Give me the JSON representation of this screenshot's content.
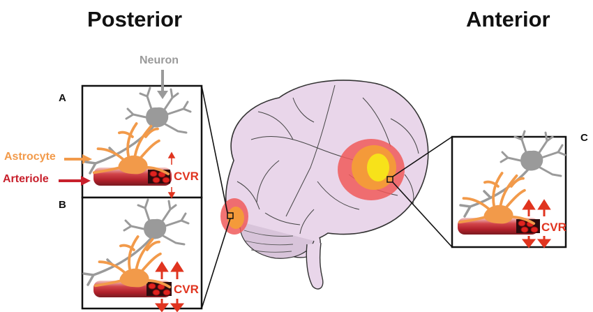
{
  "headings": {
    "posterior": "Posterior",
    "anterior": "Anterior"
  },
  "panels": {
    "a": "A",
    "b": "B",
    "c": "C"
  },
  "labels": {
    "neuron": "Neuron",
    "astrocyte": "Astrocyte",
    "arteriole": "Arteriole",
    "cvr": "CVR"
  },
  "colors": {
    "neuron": "#9a9a9a",
    "astrocyte": "#f29a4a",
    "arteriole": "#c8202c",
    "cvr": "#e0341f",
    "brain_fill": "#e9d6ea",
    "hotspot_outer": "#f05a5a",
    "hotspot_mid": "#f49a3a",
    "hotspot_inner": "#f7e21a"
  }
}
